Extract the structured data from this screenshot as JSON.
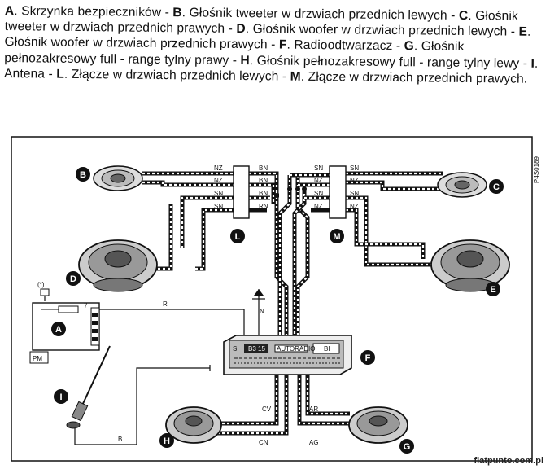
{
  "caption": {
    "letters": [
      "A",
      "B",
      "C",
      "D",
      "E",
      "F",
      "G",
      "H",
      "I",
      "L",
      "M"
    ],
    "texts": {
      "A": ". Skrzynka bezpieczników - ",
      "B": ". Głośnik tweeter w drzwiach przednich lewych - ",
      "C": ". Głośnik tweeter w drzwiach przednich prawych - ",
      "D": ". Głośnik woofer w drzwiach przednich lewych - ",
      "E": ". Głośnik woofer w drzwiach przednich prawych - ",
      "F": ". Radioodtwarzacz - ",
      "G": ". Głośnik pełnozakresowy full - range tylny prawy - ",
      "H": ". Głośnik pełnozakresowy full - range tylny lewy - ",
      "I": ". Antena - ",
      "L": ". Złącze w drzwiach przednich lewych - ",
      "M": ". Złącze w drzwiach przednich prawych."
    }
  },
  "diagram": {
    "code": "P4S0189",
    "component_letters": {
      "B": "B",
      "C": "C",
      "D": "D",
      "E": "E",
      "A": "A",
      "F": "F",
      "G": "G",
      "H": "H",
      "I": "I",
      "L": "L",
      "M": "M"
    },
    "wire_labels": {
      "nz_bl": "NZ",
      "bn_bl": "BN",
      "nz_bl2": "NZ",
      "bn_bl2": "BN",
      "sn_bl": "SN",
      "bn_bl3": "BN",
      "sn_bl2": "SN",
      "rn_bl": "RN",
      "sn_br": "SN",
      "sn_br2": "SN",
      "nz_br": "NZ",
      "nz_br2": "NZ",
      "sn_br3": "SN",
      "sn_br4": "SN",
      "nz_br3": "NZ",
      "nz_br4": "NZ",
      "r": "R",
      "n": "N",
      "cv": "CV",
      "cn": "CN",
      "ar": "AR",
      "ag": "AG",
      "b": "B"
    },
    "fuse_symbol": "(*)",
    "fuse_pin": "7",
    "pm": "PM",
    "radio_label": "AUTORADIO",
    "radio_model": "B3 15",
    "radio_left_text": "SI",
    "radio_right_text": "BI"
  },
  "footer": {
    "url": "fiatpunto.com.pl"
  }
}
